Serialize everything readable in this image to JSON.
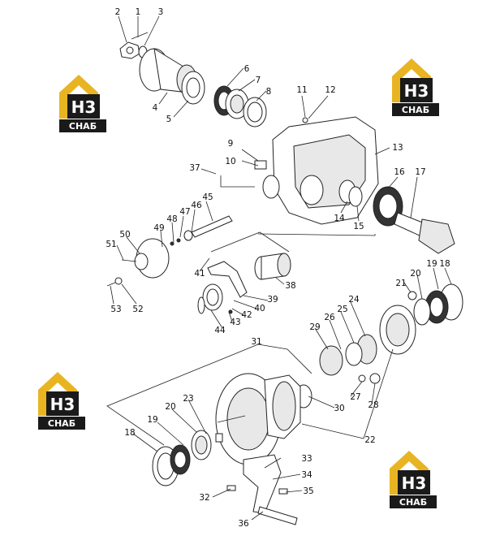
{
  "logo": {
    "initials": "H3",
    "brand": "СНАБ",
    "colors": {
      "gold": "#e8b422",
      "dark": "#1a1a1a",
      "white": "#ffffff"
    }
  },
  "callouts": [
    "1",
    "2",
    "3",
    "4",
    "5",
    "6",
    "7",
    "8",
    "9",
    "10",
    "11",
    "12",
    "13",
    "14",
    "15",
    "16",
    "17",
    "18",
    "19",
    "20",
    "21",
    "22",
    "23",
    "24",
    "25",
    "26",
    "27",
    "28",
    "29",
    "30",
    "31",
    "32",
    "33",
    "34",
    "35",
    "36",
    "37",
    "38",
    "39",
    "40",
    "41",
    "42",
    "43",
    "44",
    "45",
    "46",
    "47",
    "48",
    "49",
    "50",
    "51",
    "52",
    "53",
    "18",
    "19",
    "20"
  ]
}
